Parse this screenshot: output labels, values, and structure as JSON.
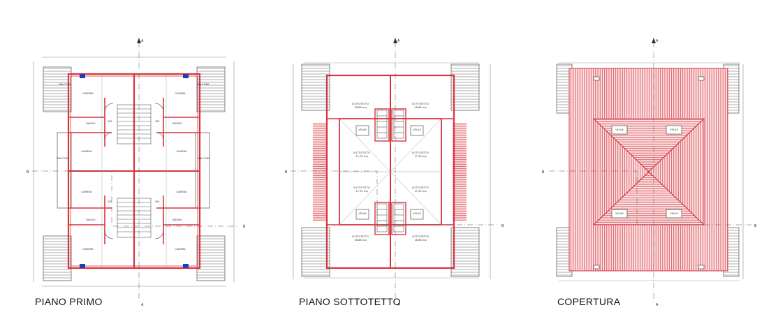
{
  "titles": {
    "plan1": "PIANO PRIMO",
    "plan2": "PIANO SOTTOTETTO",
    "plan3": "COPERTURA"
  },
  "section_markers": {
    "a": "A",
    "b": "B"
  },
  "plan1": {
    "rooms": {
      "camera": "CAMERA",
      "bagno": "BAGNO",
      "balcone": "BALCONE",
      "dis": "DIS."
    }
  },
  "plan2": {
    "rooms": {
      "sottotetto": "SOTTOTETTO",
      "velux": "VELUX"
    },
    "areas": {
      "upper": "18,88 mq",
      "middle": "17,99 mq"
    }
  },
  "plan3": {
    "skylight": "VELUX"
  },
  "colors": {
    "wall": "#d8343f",
    "roof_fill": "#f3b3b3",
    "roof_hatch": "#d8343f",
    "line": "#444444",
    "window": "#1c3fb8"
  }
}
